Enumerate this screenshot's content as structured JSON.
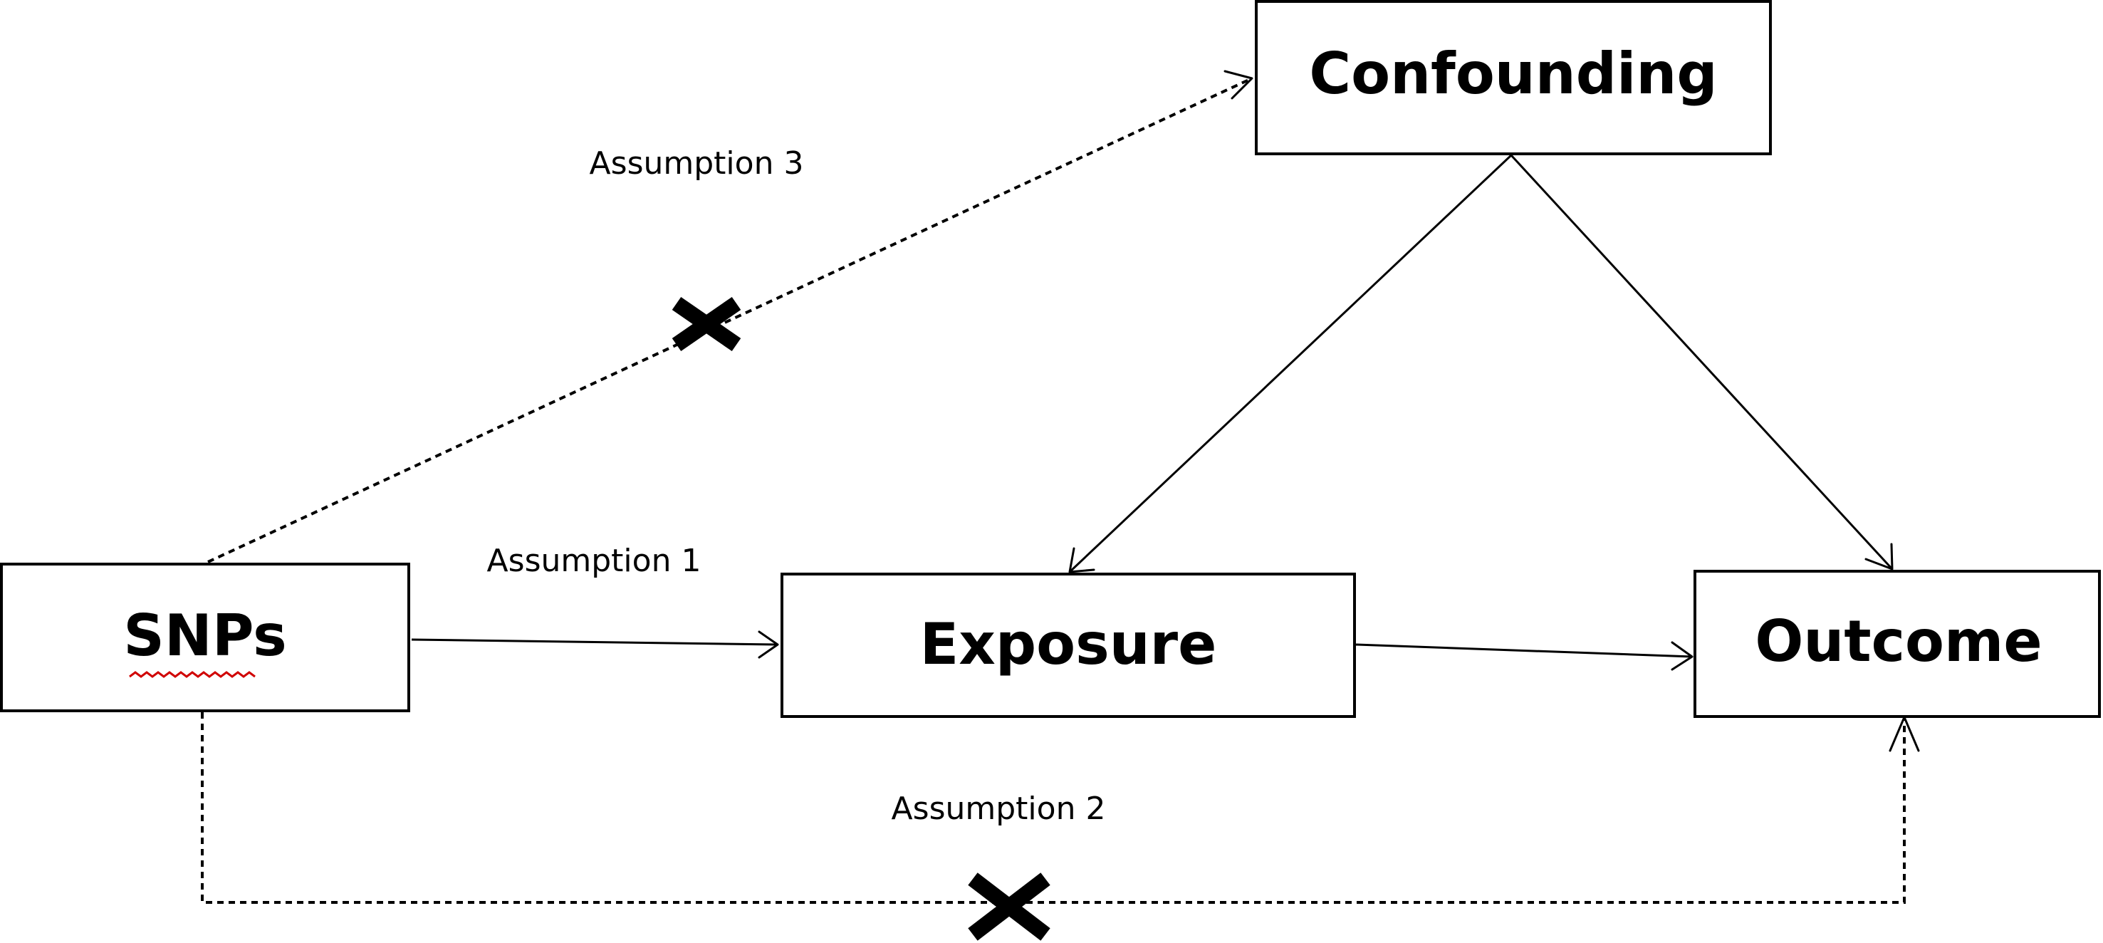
{
  "nodes": {
    "confounding": {
      "label": "Confounding"
    },
    "snps": {
      "label": "SNPs",
      "spellcheck_underline": true
    },
    "exposure": {
      "label": "Exposure"
    },
    "outcome": {
      "label": "Outcome"
    }
  },
  "edges": [
    {
      "from": "snps",
      "to": "exposure",
      "style": "solid",
      "label": "Assumption 1"
    },
    {
      "from": "snps",
      "to": "outcome",
      "style": "dashed",
      "label": "Assumption 2",
      "blocked": true
    },
    {
      "from": "snps",
      "to": "confounding",
      "style": "dashed",
      "label": "Assumption 3",
      "blocked": true
    },
    {
      "from": "confounding",
      "to": "exposure",
      "style": "solid"
    },
    {
      "from": "confounding",
      "to": "outcome",
      "style": "solid"
    },
    {
      "from": "exposure",
      "to": "outcome",
      "style": "solid"
    }
  ],
  "annotations": {
    "assumption_1": "Assumption 1",
    "assumption_2": "Assumption 2",
    "assumption_3": "Assumption 3"
  },
  "colors": {
    "line": "#000000",
    "spellcheck_underline": "#d00000",
    "background": "#ffffff"
  }
}
